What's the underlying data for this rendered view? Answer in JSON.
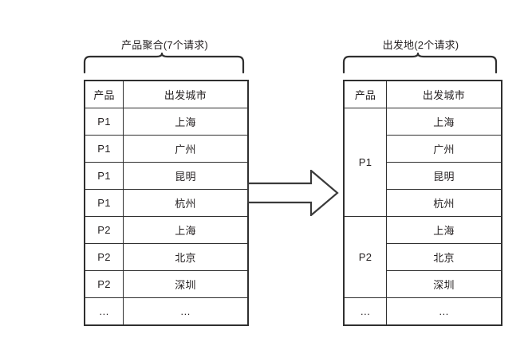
{
  "diagram": {
    "left_group": {
      "caption": "产品聚合(7个请求)",
      "columns": [
        "产品",
        "出发城市"
      ],
      "rows": [
        {
          "product": "P1",
          "city": "上海"
        },
        {
          "product": "P1",
          "city": "广州"
        },
        {
          "product": "P1",
          "city": "昆明"
        },
        {
          "product": "P1",
          "city": "杭州"
        },
        {
          "product": "P2",
          "city": "上海"
        },
        {
          "product": "P2",
          "city": "北京"
        },
        {
          "product": "P2",
          "city": "深圳"
        },
        {
          "product": "…",
          "city": "…"
        }
      ]
    },
    "right_group": {
      "caption": "出发地(2个请求)",
      "columns": [
        "产品",
        "出发城市"
      ],
      "groups": [
        {
          "product": "P1",
          "cities": [
            "上海",
            "广州",
            "昆明",
            "杭州"
          ]
        },
        {
          "product": "P2",
          "cities": [
            "上海",
            "北京",
            "深圳"
          ]
        }
      ],
      "trailing_row": {
        "product": "…",
        "city": "…"
      }
    },
    "arrow": {
      "direction": "right",
      "name": "aggregation-arrow"
    },
    "colors": {
      "stroke": "#2f2f2f",
      "text": "#231f20",
      "ellipsis": "#9b9b9b",
      "background": "#ffffff"
    }
  }
}
